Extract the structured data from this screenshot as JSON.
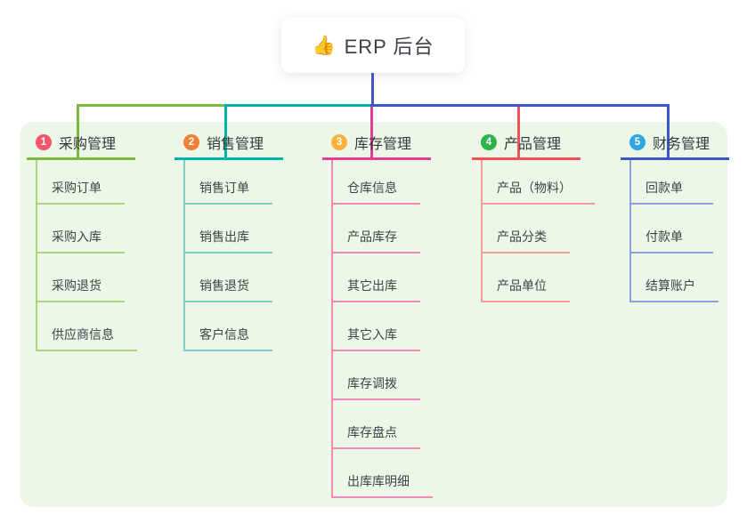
{
  "root": {
    "icon": "👍",
    "title": "ERP 后台"
  },
  "connector": {
    "stem_color": "#4355c4"
  },
  "panel": {
    "background": "#ecf7e8"
  },
  "branches": [
    {
      "num": "1",
      "label": "采购管理",
      "color": "#7cb93f",
      "child_color": "#a9d77f",
      "badge_color": "#f2566d",
      "children": [
        "采购订单",
        "采购入库",
        "采购退货",
        "供应商信息"
      ]
    },
    {
      "num": "2",
      "label": "销售管理",
      "color": "#00b2a9",
      "child_color": "#7ad0c9",
      "badge_color": "#f08038",
      "children": [
        "销售订单",
        "销售出库",
        "销售退货",
        "客户信息"
      ]
    },
    {
      "num": "3",
      "label": "库存管理",
      "color": "#e23e92",
      "child_color": "#f08abc",
      "badge_color": "#f8b13c",
      "children": [
        "仓库信息",
        "产品库存",
        "其它出库",
        "其它入库",
        "库存调拨",
        "库存盘点",
        "出库库明细"
      ]
    },
    {
      "num": "4",
      "label": "产品管理",
      "color": "#f15156",
      "child_color": "#f69b9b",
      "badge_color": "#2eb34b",
      "children": [
        "产品（物料）",
        "产品分类",
        "产品单位"
      ]
    },
    {
      "num": "5",
      "label": "财务管理",
      "color": "#3d56c5",
      "child_color": "#8fa0de",
      "badge_color": "#2ea7e0",
      "children": [
        "回款单",
        "付款单",
        "结算账户"
      ]
    }
  ]
}
